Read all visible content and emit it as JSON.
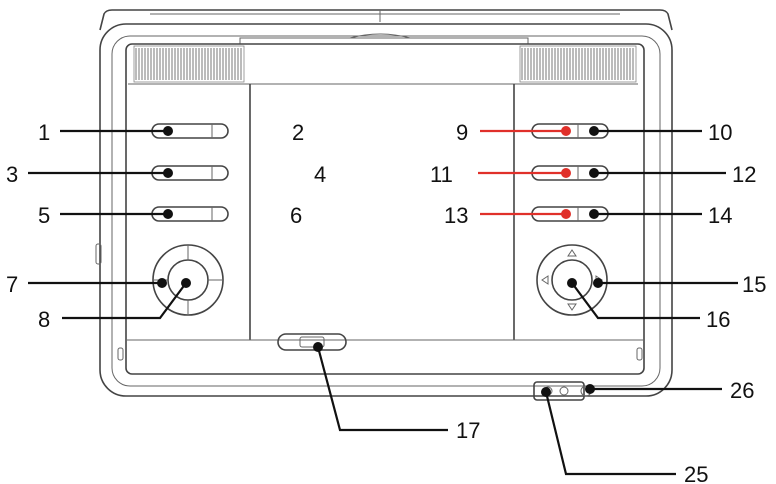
{
  "diagram": {
    "callouts": {
      "c1": "1",
      "c2": "2",
      "c3": "3",
      "c4": "4",
      "c5": "5",
      "c6": "6",
      "c7": "7",
      "c8": "8",
      "c9": "9",
      "c10": "10",
      "c11": "11",
      "c12": "12",
      "c13": "13",
      "c14": "14",
      "c15": "15",
      "c16": "16",
      "c17": "17",
      "c25": "25",
      "c26": "26"
    },
    "colors": {
      "outline": "#444444",
      "leader": "#111111",
      "highlight_leader": "#e0302a"
    }
  }
}
